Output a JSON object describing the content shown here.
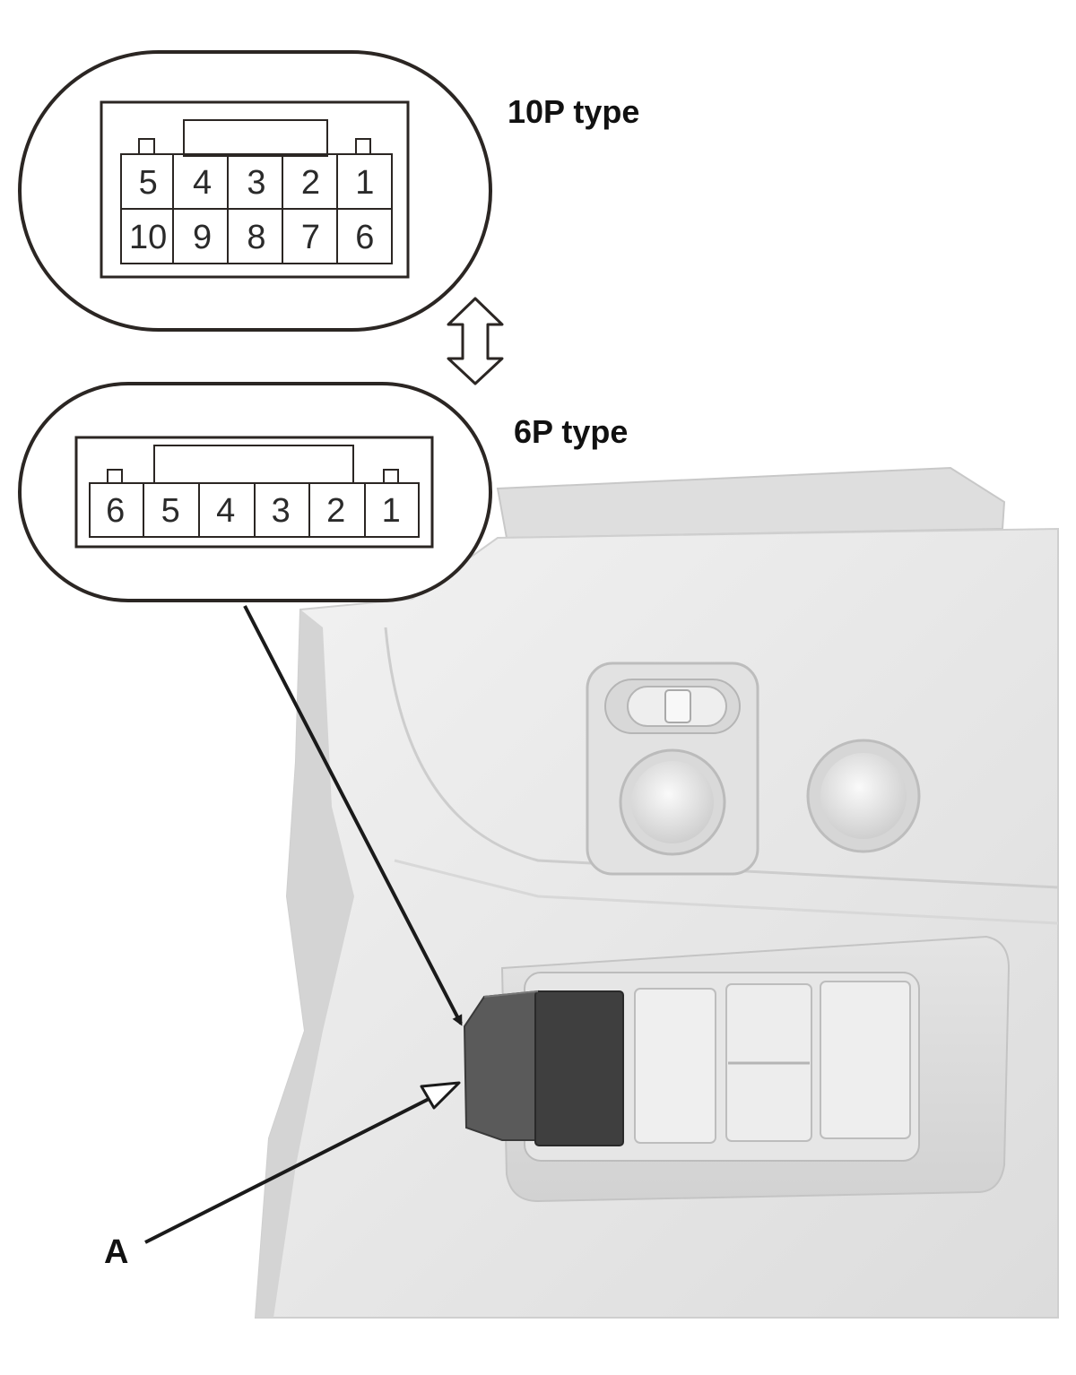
{
  "labels": {
    "type_10p": "10P type",
    "type_6p": "6P type",
    "callout_a": "A"
  },
  "connector_10p": {
    "top_row": [
      "5",
      "4",
      "3",
      "2",
      "1"
    ],
    "bottom_row": [
      "10",
      "9",
      "8",
      "7",
      "6"
    ]
  },
  "connector_6p": {
    "row": [
      "6",
      "5",
      "4",
      "3",
      "2",
      "1"
    ]
  },
  "colors": {
    "panel_light": "#e9e9e9",
    "panel_mid": "#d6d6d6",
    "connector_dark": "#4a4a4a",
    "line": "#1a1a1a"
  }
}
